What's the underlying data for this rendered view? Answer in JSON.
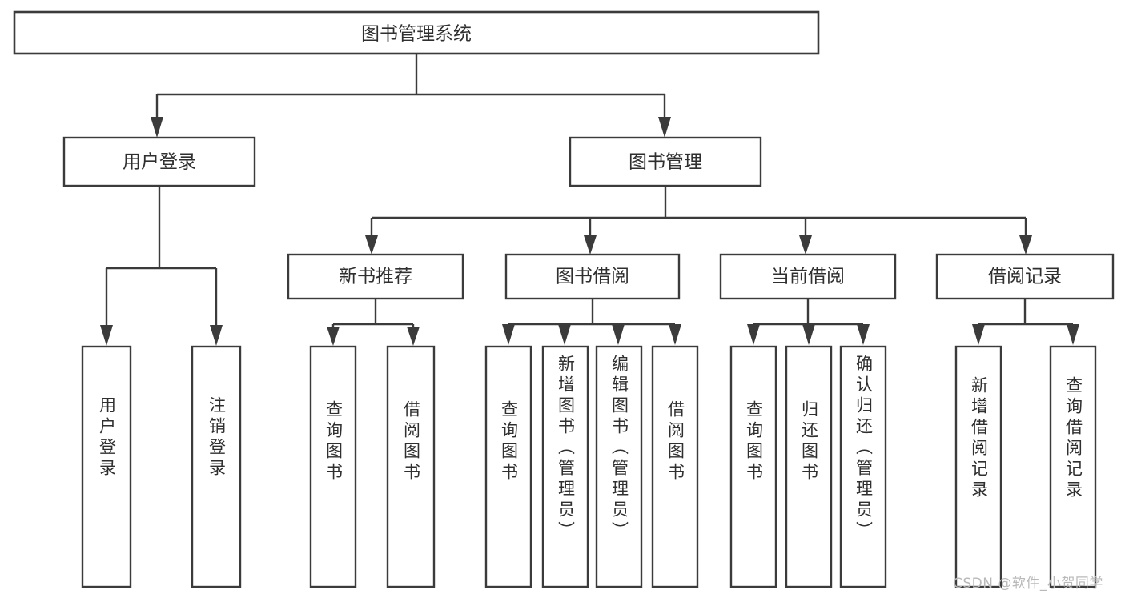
{
  "diagram": {
    "title": "图书管理系统",
    "type": "hierarchy-tree",
    "orientation": "top-down",
    "colors": {
      "box_stroke": "#3b3b3b",
      "box_fill": "#ffffff",
      "text": "#2f2f2f",
      "connector": "#3b3b3b",
      "background": "#ffffff",
      "watermark": "#b9b9b9"
    },
    "levels": {
      "root": {
        "label": "图书管理系统"
      },
      "level2": [
        {
          "label": "用户登录"
        },
        {
          "label": "图书管理"
        }
      ],
      "level3": [
        {
          "label": "新书推荐"
        },
        {
          "label": "图书借阅"
        },
        {
          "label": "当前借阅"
        },
        {
          "label": "借阅记录"
        }
      ],
      "leaves": [
        {
          "label": "用户登录",
          "parent": "用户登录"
        },
        {
          "label": "注销登录",
          "parent": "用户登录"
        },
        {
          "label": "查询图书",
          "parent": "新书推荐"
        },
        {
          "label": "借阅图书",
          "parent": "新书推荐"
        },
        {
          "label": "查询图书",
          "parent": "图书借阅"
        },
        {
          "label": "新增图书（管理员）",
          "parent": "图书借阅"
        },
        {
          "label": "编辑图书（管理员）",
          "parent": "图书借阅"
        },
        {
          "label": "借阅图书",
          "parent": "图书借阅"
        },
        {
          "label": "查询图书",
          "parent": "当前借阅"
        },
        {
          "label": "归还图书",
          "parent": "当前借阅"
        },
        {
          "label": "确认归还（管理员）",
          "parent": "当前借阅"
        },
        {
          "label": "新增借阅记录",
          "parent": "借阅记录"
        },
        {
          "label": "查询借阅记录",
          "parent": "借阅记录"
        }
      ]
    }
  },
  "watermark": {
    "text": "CSDN @软件_小贺同学"
  }
}
